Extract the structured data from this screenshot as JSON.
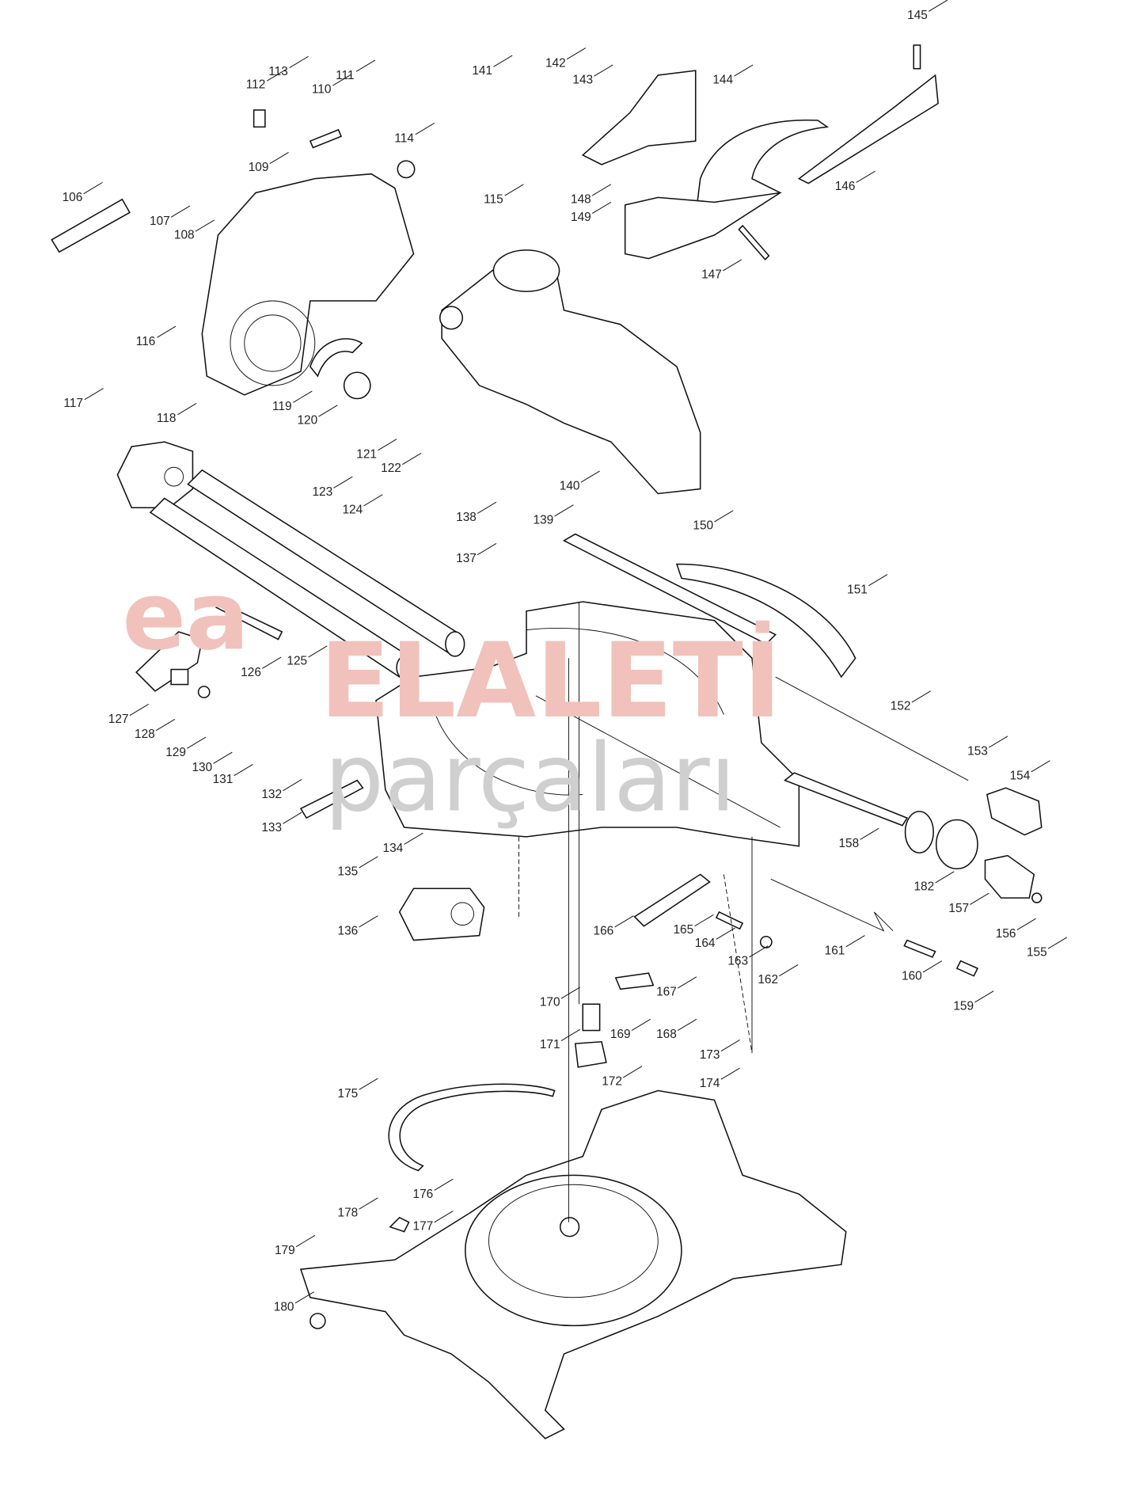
{
  "diagram": {
    "type": "exploded-parts-diagram",
    "watermark": {
      "brand_red": "ELALETİ",
      "brand_gray": "parçaları",
      "logo_letters": "ea"
    },
    "part_numbers": [
      "106",
      "107",
      "108",
      "109",
      "110",
      "111",
      "112",
      "113",
      "114",
      "115",
      "116",
      "117",
      "118",
      "119",
      "120",
      "121",
      "122",
      "123",
      "124",
      "125",
      "126",
      "127",
      "128",
      "129",
      "130",
      "131",
      "132",
      "133",
      "134",
      "135",
      "136",
      "137",
      "138",
      "139",
      "140",
      "141",
      "142",
      "143",
      "144",
      "145",
      "146",
      "147",
      "148",
      "149",
      "150",
      "151",
      "152",
      "153",
      "154",
      "155",
      "156",
      "157",
      "158",
      "159",
      "160",
      "161",
      "162",
      "163",
      "164",
      "165",
      "166",
      "167",
      "168",
      "169",
      "170",
      "171",
      "172",
      "173",
      "174",
      "175",
      "176",
      "177",
      "178",
      "179",
      "180",
      "182"
    ]
  }
}
